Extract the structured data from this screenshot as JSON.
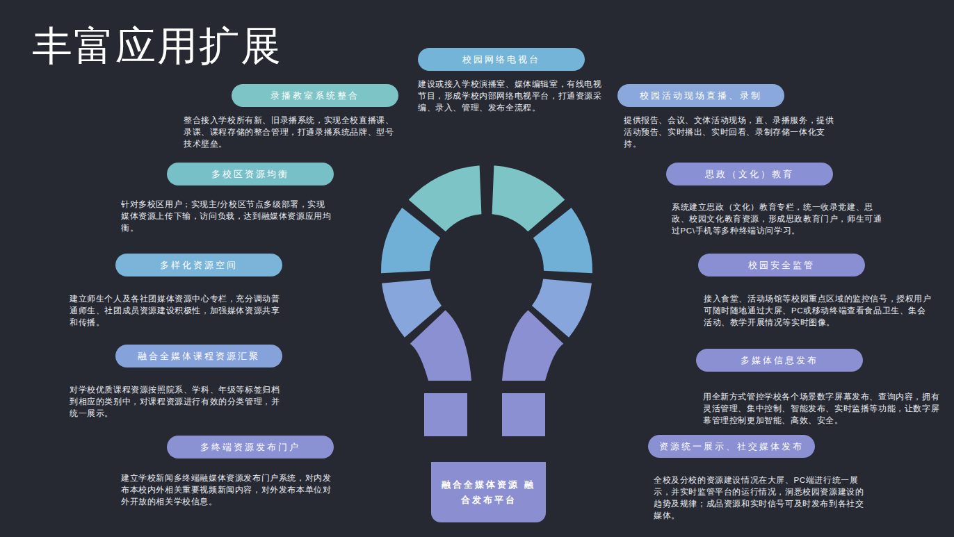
{
  "diagram": {
    "title": "丰富应用扩展",
    "nodes": [
      {
        "text": [
          "校园网络电视台",
          "建设或接入学校演播室、媒体编辑室，有线电视节目，形成学校内部网络电视平台，打通资源采编、录入、管理、发布全流程。"
        ]
      },
      {
        "text": [
          "录播教室系统整合",
          "整合接入学校所有新、旧录播系统，实现全校直播课、录课、课程存储的整合管理，打通录播系统品牌、型号技术壁垒。"
        ]
      },
      {
        "text": [
          "校园活动现场直播、录制",
          "提供报告、会议、文体活动现场，直、录播服务，提供活动预告、实时播出、实时回看、录制存储一体化支持。"
        ]
      },
      {
        "text": [
          "多校区资源均衡",
          "针对多校区用户；实现主/分校区节点多级部署，实现媒体资源上传下输，访问负载，达到融媒体资源应用均衡。"
        ]
      },
      {
        "text": [
          "思政（文化）教育",
          "系统建立思政（文化）教育专栏，统一收录党建、思政、校园文化教育资源，形成思政教育门户，师生可通过PC\\手机等多种终端访问学习。"
        ]
      },
      {
        "text": [
          "多样化资源空间",
          "建立师生个人及各社团媒体资源中心专栏，充分调动普通师生、社团成员资源建设积极性，加强媒体资源共享和传播。"
        ]
      },
      {
        "text": [
          "校园安全监管",
          "接入食堂、活动场馆等校园重点区域的监控信号，授权用户可随时随地通过大屏、PC或移动终端查看食品卫生、集会活动、教学开展情况等实时图像。"
        ]
      },
      {
        "text": [
          "融合全媒体课程资源汇聚",
          "对学校优质课程资源按照院系、学科、年级等标签归档到相应的类别中，对课程资源进行有效的分类管理，并统一展示。"
        ]
      },
      {
        "text": [
          "多媒体信息发布",
          "用全新方式管控学校各个场景数字屏幕发布、查询内容，拥有灵活管理、集中控制、智能发布、实时监播等功能，让数字屏幕管理控制更加智能、高效、安全。"
        ]
      },
      {
        "text": [
          "多终端资源发布门户",
          "建立学校新闻多终端融媒体资源发布门户系统，对内发布本校内外相关重要视频新闻内容，对外发布本单位对外开放的相关学校信息。"
        ]
      },
      {
        "text": [
          "资源统一展示、社交媒体发布",
          "全校及分校的资源建设情况在大屏、PC端进行统一展示，并实时监管平台的运行情况，洞悉校园资源建设的趋势及规律；成品资源和实时信号可及时发布到各社交媒体。"
        ]
      },
      {
        "text": [
          "融合全媒体资源 融合发布平台"
        ]
      }
    ]
  }
}
